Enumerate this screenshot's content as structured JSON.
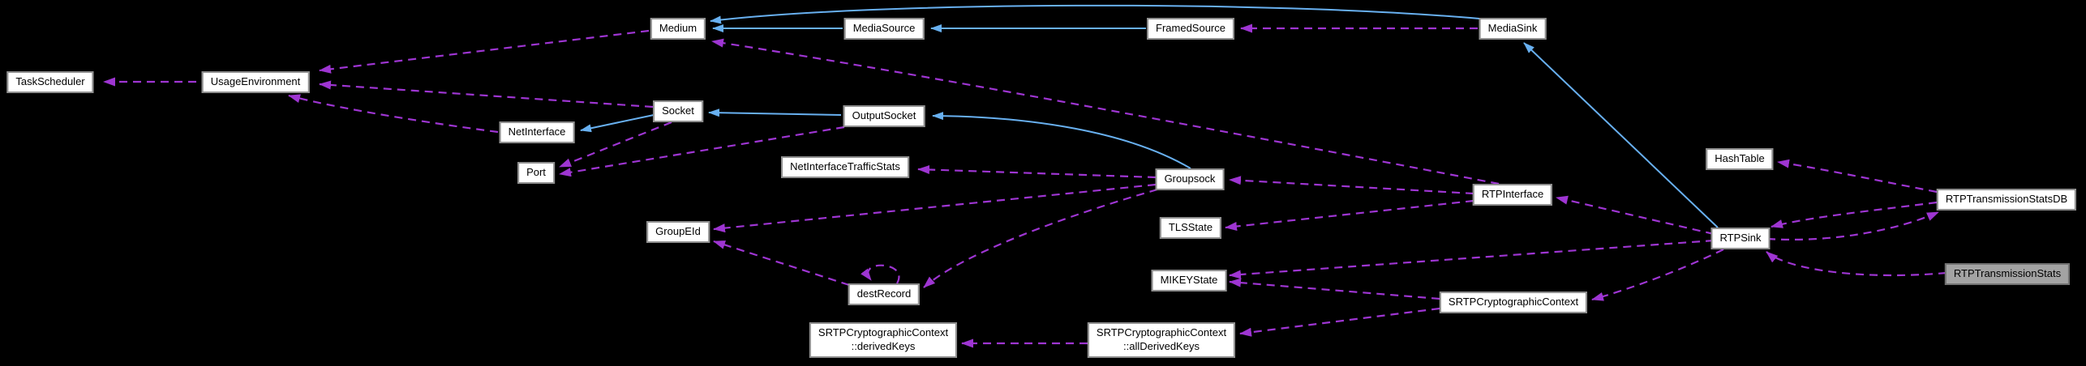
{
  "diagram": {
    "kind": "collaboration-graph",
    "background": "#000000",
    "colors": {
      "node_fill": "#ffffff",
      "node_border": "#8f8f8f",
      "node_text": "#000000",
      "highlight_fill": "#a3a3a3",
      "highlight_border": "#717171",
      "inheritance_edge": "#68b0f0",
      "usage_edge": "#9e35d2"
    },
    "nodes": [
      {
        "id": "TaskScheduler",
        "label": "TaskScheduler",
        "highlighted": false
      },
      {
        "id": "UsageEnvironment",
        "label": "UsageEnvironment",
        "highlighted": false
      },
      {
        "id": "Medium",
        "label": "Medium",
        "highlighted": false
      },
      {
        "id": "MediaSource",
        "label": "MediaSource",
        "highlighted": false
      },
      {
        "id": "FramedSource",
        "label": "FramedSource",
        "highlighted": false
      },
      {
        "id": "MediaSink",
        "label": "MediaSink",
        "highlighted": false
      },
      {
        "id": "Socket",
        "label": "Socket",
        "highlighted": false
      },
      {
        "id": "OutputSocket",
        "label": "OutputSocket",
        "highlighted": false
      },
      {
        "id": "NetInterface",
        "label": "NetInterface",
        "highlighted": false
      },
      {
        "id": "Port",
        "label": "Port",
        "highlighted": false
      },
      {
        "id": "NetInterfaceTrafficStats",
        "label": "NetInterfaceTrafficStats",
        "highlighted": false
      },
      {
        "id": "Groupsock",
        "label": "Groupsock",
        "highlighted": false
      },
      {
        "id": "TLSState",
        "label": "TLSState",
        "highlighted": false
      },
      {
        "id": "RTPInterface",
        "label": "RTPInterface",
        "highlighted": false
      },
      {
        "id": "HashTable",
        "label": "HashTable",
        "highlighted": false
      },
      {
        "id": "RTPTransmissionStatsDB",
        "label": "RTPTransmissionStatsDB",
        "highlighted": false
      },
      {
        "id": "RTPSink",
        "label": "RTPSink",
        "highlighted": false
      },
      {
        "id": "RTPTransmissionStats",
        "label": "RTPTransmissionStats",
        "highlighted": true
      },
      {
        "id": "MIKEYState",
        "label": "MIKEYState",
        "highlighted": false
      },
      {
        "id": "destRecord",
        "label": "destRecord",
        "highlighted": false
      },
      {
        "id": "GroupEId",
        "label": "GroupEId",
        "highlighted": false
      },
      {
        "id": "SRTPCryptographicContext",
        "label": "SRTPCryptographicContext",
        "highlighted": false
      },
      {
        "id": "SRTPCryptographicContext::allDerivedKeys",
        "label": "SRTPCryptographicContext",
        "label2": "::allDerivedKeys",
        "highlighted": false
      },
      {
        "id": "SRTPCryptographicContext::derivedKeys",
        "label": "SRTPCryptographicContext",
        "label2": "::derivedKeys",
        "highlighted": false
      }
    ],
    "edges": [
      {
        "from": "MediaSource",
        "to": "Medium",
        "style": "solid-inheritance"
      },
      {
        "from": "FramedSource",
        "to": "MediaSource",
        "style": "solid-inheritance"
      },
      {
        "from": "MediaSink",
        "to": "Medium",
        "style": "solid-inheritance"
      },
      {
        "from": "RTPSink",
        "to": "MediaSink",
        "style": "solid-inheritance"
      },
      {
        "from": "Socket",
        "to": "NetInterface",
        "style": "solid-inheritance"
      },
      {
        "from": "OutputSocket",
        "to": "Socket",
        "style": "solid-inheritance"
      },
      {
        "from": "Groupsock",
        "to": "OutputSocket",
        "style": "solid-inheritance"
      },
      {
        "from": "UsageEnvironment",
        "to": "TaskScheduler",
        "style": "dashed-usage"
      },
      {
        "from": "Medium",
        "to": "UsageEnvironment",
        "style": "dashed-usage"
      },
      {
        "from": "Socket",
        "to": "UsageEnvironment",
        "style": "dashed-usage"
      },
      {
        "from": "NetInterface",
        "to": "UsageEnvironment",
        "style": "dashed-usage"
      },
      {
        "from": "MediaSink",
        "to": "FramedSource",
        "style": "dashed-usage"
      },
      {
        "from": "RTPInterface",
        "to": "Medium",
        "style": "dashed-usage"
      },
      {
        "from": "Socket",
        "to": "Port",
        "style": "dashed-usage"
      },
      {
        "from": "OutputSocket",
        "to": "Port",
        "style": "dashed-usage"
      },
      {
        "from": "Groupsock",
        "to": "NetInterfaceTrafficStats",
        "style": "dashed-usage"
      },
      {
        "from": "Groupsock",
        "to": "GroupEId",
        "style": "dashed-usage"
      },
      {
        "from": "Groupsock",
        "to": "destRecord",
        "style": "dashed-usage"
      },
      {
        "from": "destRecord",
        "to": "GroupEId",
        "style": "dashed-usage"
      },
      {
        "from": "destRecord",
        "to": "destRecord",
        "style": "dashed-usage"
      },
      {
        "from": "RTPInterface",
        "to": "Groupsock",
        "style": "dashed-usage"
      },
      {
        "from": "RTPInterface",
        "to": "TLSState",
        "style": "dashed-usage"
      },
      {
        "from": "RTPSink",
        "to": "RTPInterface",
        "style": "dashed-usage"
      },
      {
        "from": "RTPTransmissionStatsDB",
        "to": "HashTable",
        "style": "dashed-usage"
      },
      {
        "from": "RTPTransmissionStatsDB",
        "to": "RTPSink",
        "style": "dashed-usage"
      },
      {
        "from": "RTPSink",
        "to": "RTPTransmissionStatsDB",
        "style": "dashed-usage"
      },
      {
        "from": "RTPTransmissionStats",
        "to": "RTPSink",
        "style": "dashed-usage"
      },
      {
        "from": "RTPSink",
        "to": "MIKEYState",
        "style": "dashed-usage"
      },
      {
        "from": "SRTPCryptographicContext",
        "to": "MIKEYState",
        "style": "dashed-usage"
      },
      {
        "from": "RTPSink",
        "to": "SRTPCryptographicContext",
        "style": "dashed-usage"
      },
      {
        "from": "SRTPCryptographicContext",
        "to": "SRTPCryptographicContext::allDerivedKeys",
        "style": "dashed-usage"
      },
      {
        "from": "SRTPCryptographicContext::allDerivedKeys",
        "to": "SRTPCryptographicContext::derivedKeys",
        "style": "dashed-usage"
      }
    ]
  }
}
